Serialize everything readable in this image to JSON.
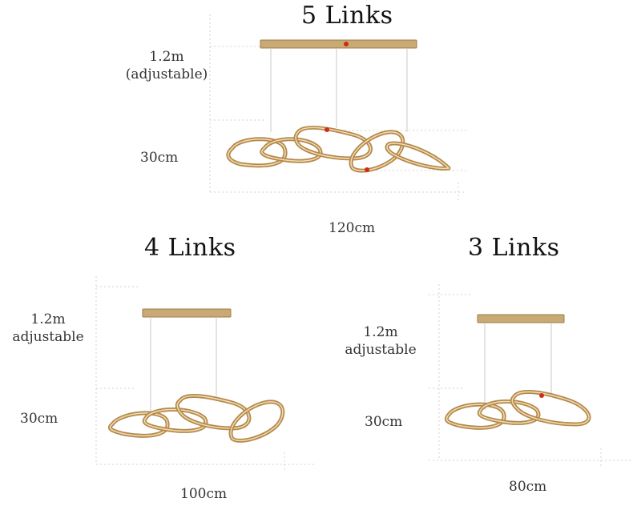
{
  "panels": [
    {
      "id": "5-links",
      "title": "5 Links",
      "height_label_line1": "1.2m",
      "height_label_line2": "(adjustable)",
      "ring_size": "30cm",
      "width": "120cm",
      "ring_count": 5
    },
    {
      "id": "4-links",
      "title": "4 Links",
      "height_label_line1": "1.2m",
      "height_label_line2": "adjustable",
      "ring_size": "30cm",
      "width": "100cm",
      "ring_count": 4
    },
    {
      "id": "3-links",
      "title": "3 Links",
      "height_label_line1": "1.2m",
      "height_label_line2": "adjustable",
      "ring_size": "30cm",
      "width": "80cm",
      "ring_count": 3
    }
  ],
  "colors": {
    "gold": "#b4894d",
    "bar": "#c9a974",
    "accent_dot": "#d22a1a"
  }
}
